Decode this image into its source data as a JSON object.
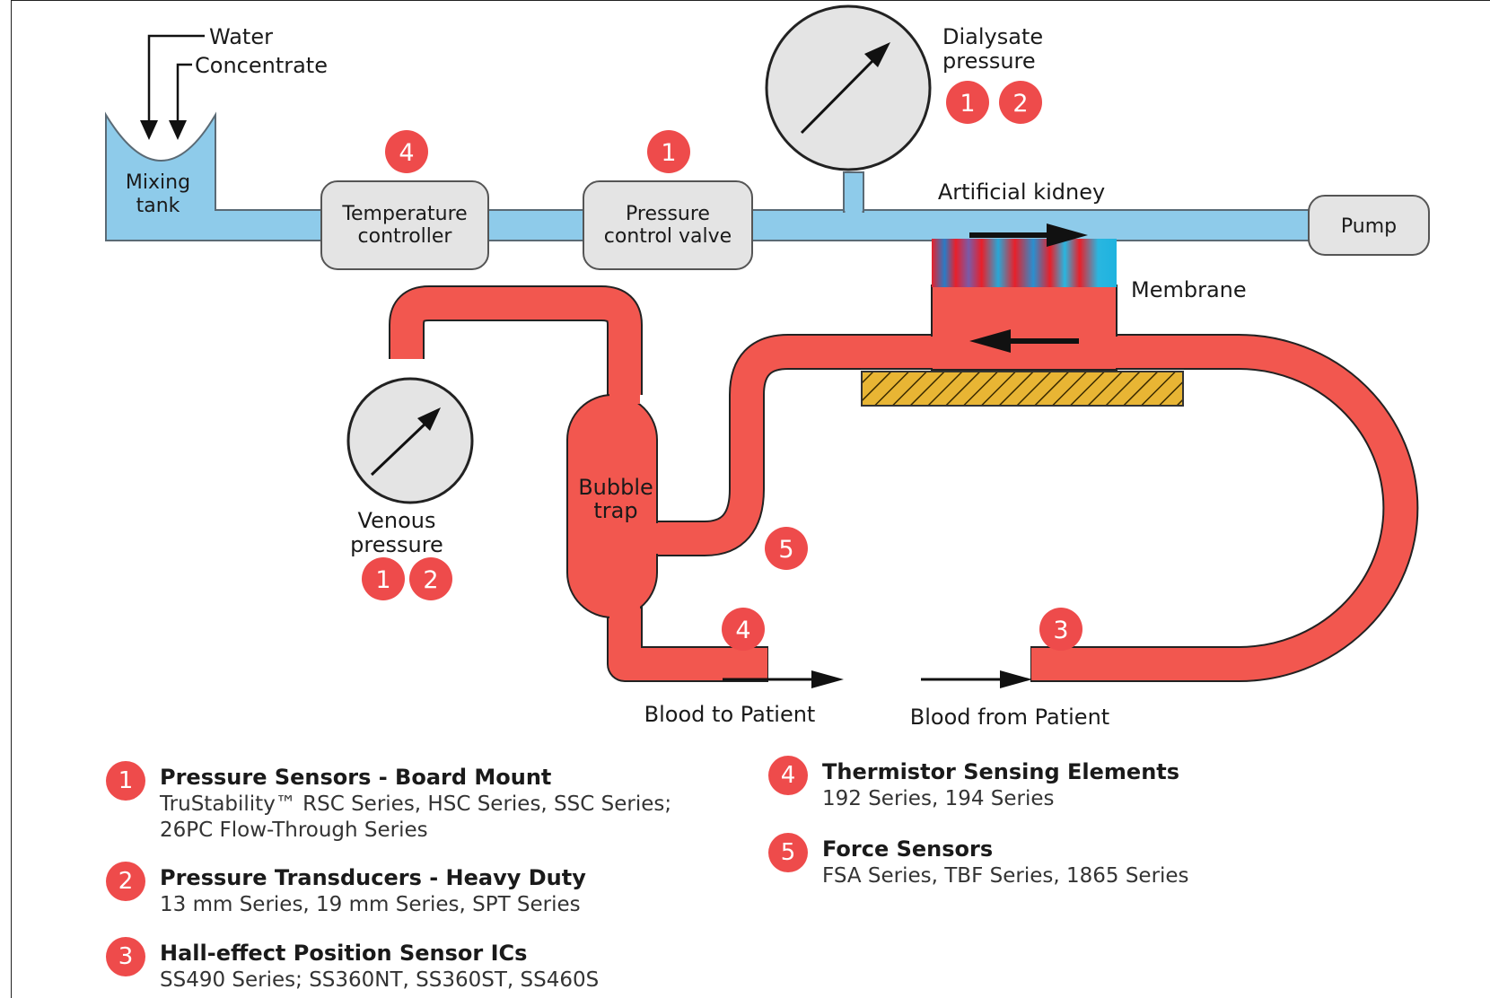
{
  "diagram": {
    "inputs": {
      "water": "Water",
      "concentrate": "Concentrate"
    },
    "mixing_tank": {
      "line1": "Mixing",
      "line2": "tank"
    },
    "temperature_controller": {
      "line1": "Temperature",
      "line2": "controller",
      "badge": "4"
    },
    "pressure_control_valve": {
      "line1": "Pressure",
      "line2": "control valve",
      "badge": "1"
    },
    "dialysate_pressure": {
      "line1": "Dialysate",
      "line2": "pressure",
      "badges": [
        "1",
        "2"
      ]
    },
    "artificial_kidney": "Artificial kidney",
    "pump": "Pump",
    "membrane": "Membrane",
    "venous_pressure": {
      "line1": "Venous",
      "line2": "pressure",
      "badges": [
        "1",
        "2"
      ]
    },
    "bubble_trap": {
      "line1": "Bubble",
      "line2": "trap",
      "badge": "5"
    },
    "blood_to_patient": {
      "label": "Blood to Patient",
      "badge": "4"
    },
    "blood_from_patient": {
      "label": "Blood from Patient",
      "badge": "3"
    },
    "colors": {
      "dialysate": "#8ecbea",
      "blood": "#f2574f",
      "badge": "#ee4b4b",
      "component": "#e4e4e4",
      "force_plate": "#e8b534"
    }
  },
  "legend": [
    {
      "num": "1",
      "title": "Pressure Sensors - Board Mount",
      "desc": [
        "TruStability™ RSC Series, HSC Series, SSC Series;",
        "26PC Flow-Through Series"
      ]
    },
    {
      "num": "2",
      "title": "Pressure Transducers - Heavy Duty",
      "desc": [
        "13 mm Series, 19 mm Series, SPT Series"
      ]
    },
    {
      "num": "3",
      "title": "Hall-effect Position Sensor ICs",
      "desc": [
        "SS490 Series; SS360NT, SS360ST, SS460S"
      ]
    },
    {
      "num": "4",
      "title": "Thermistor Sensing Elements",
      "desc": [
        "192 Series, 194 Series"
      ]
    },
    {
      "num": "5",
      "title": "Force Sensors",
      "desc": [
        "FSA Series, TBF Series, 1865 Series"
      ]
    }
  ]
}
